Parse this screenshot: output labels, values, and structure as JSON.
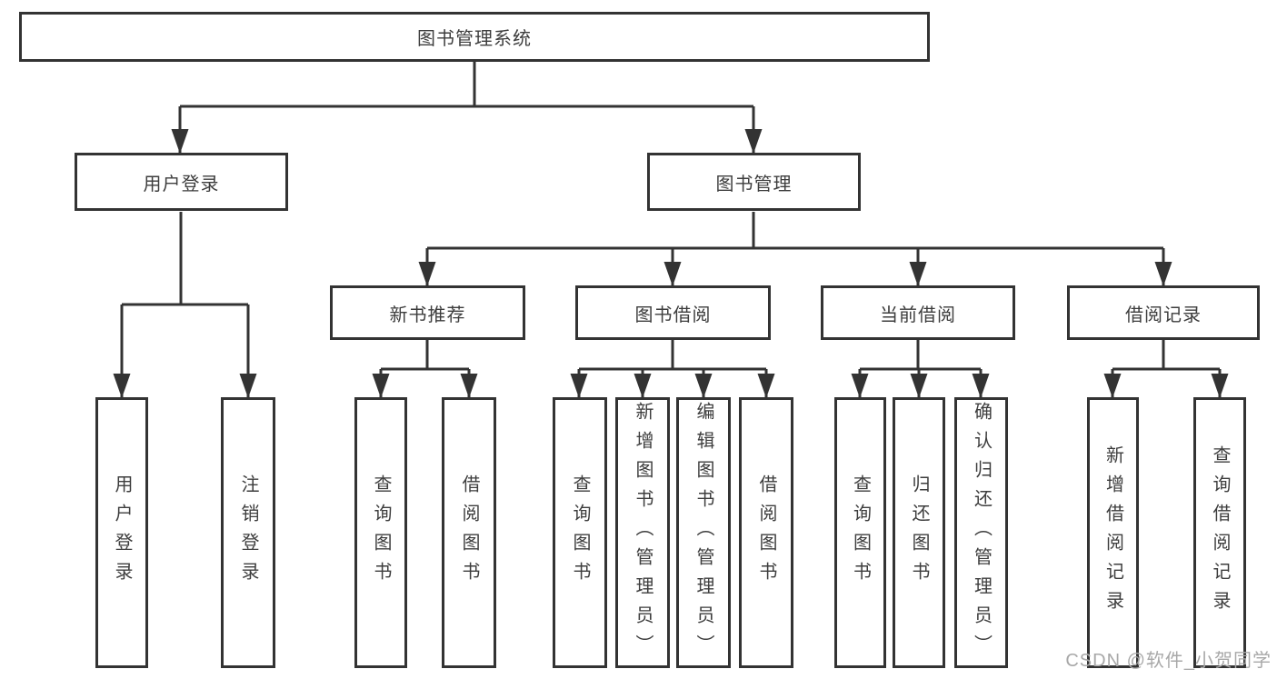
{
  "diagram_type": "hierarchy-tree",
  "colors": {
    "line": "#333333",
    "box_border": "#333333",
    "text": "#3d3d3d",
    "watermark": "#a8a8a8",
    "background": "#ffffff"
  },
  "tree": {
    "root": {
      "label": "图书管理系统",
      "children": [
        {
          "label": "用户登录",
          "children": [
            {
              "label": "用户登录"
            },
            {
              "label": "注销登录"
            }
          ]
        },
        {
          "label": "图书管理",
          "children": [
            {
              "label": "新书推荐",
              "children": [
                {
                  "label": "查询图书"
                },
                {
                  "label": "借阅图书"
                }
              ]
            },
            {
              "label": "图书借阅",
              "children": [
                {
                  "label": "查询图书"
                },
                {
                  "label": "新增图书（管理员）"
                },
                {
                  "label": "编辑图书（管理员）"
                },
                {
                  "label": "借阅图书"
                }
              ]
            },
            {
              "label": "当前借阅",
              "children": [
                {
                  "label": "查询图书"
                },
                {
                  "label": "归还图书"
                },
                {
                  "label": "确认归还（管理员）"
                }
              ]
            },
            {
              "label": "借阅记录",
              "children": [
                {
                  "label": "新增借阅记录"
                },
                {
                  "label": "查询借阅记录"
                }
              ]
            }
          ]
        }
      ]
    }
  },
  "watermark": "CSDN @软件_小贺同学"
}
